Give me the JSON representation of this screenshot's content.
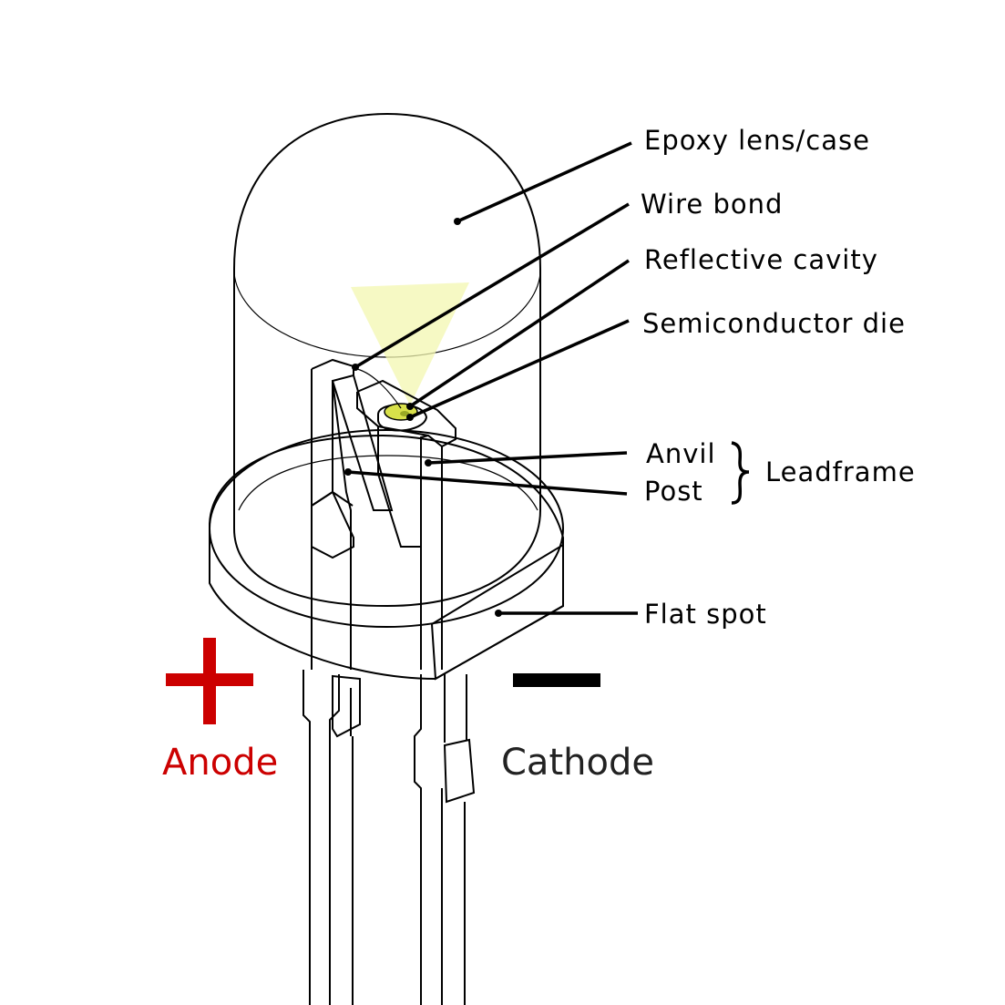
{
  "labels": {
    "epoxy": "Epoxy lens/case",
    "wire_bond": "Wire bond",
    "reflective_cavity": "Reflective cavity",
    "semiconductor_die": "Semiconductor die",
    "anvil": "Anvil",
    "post": "Post",
    "leadframe": "Leadframe",
    "flat_spot": "Flat spot",
    "anode": "Anode",
    "cathode": "Cathode"
  },
  "colors": {
    "epoxy_fill": "#ddf5c5",
    "epoxy_rim": "#d4efb8",
    "die_glow": "#f3f7b0",
    "die": "#d8e04a",
    "anode": "#cc0000",
    "cathode": "#000000"
  },
  "symbols": {
    "anode": "plus-sign",
    "cathode": "minus-sign"
  }
}
